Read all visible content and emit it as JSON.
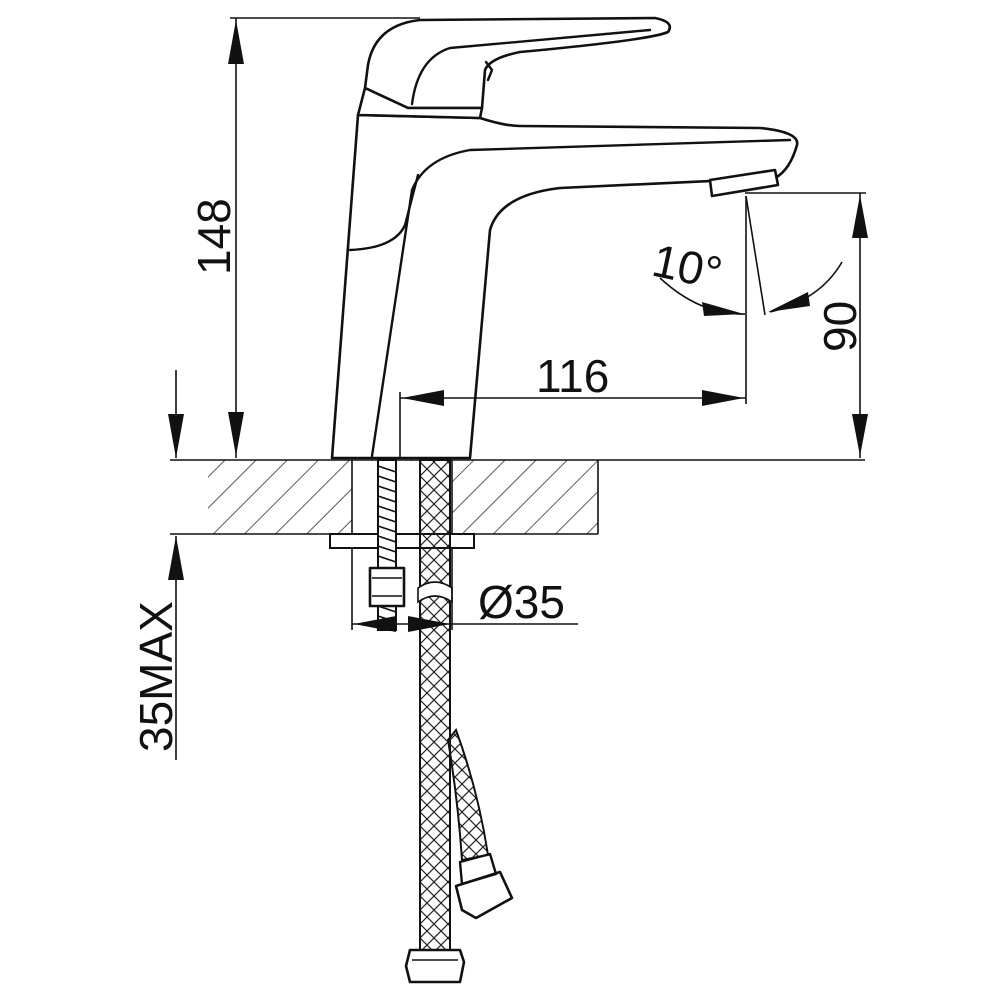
{
  "diagram": {
    "colors": {
      "line": "#111111",
      "background": "#ffffff",
      "hatch": "#333333"
    },
    "dimensions": {
      "height_total": "148",
      "spout_reach": "116",
      "spout_height": "90",
      "spray_angle": "10°",
      "hole_diameter": "Ø35",
      "deck_thickness": "35MAX"
    }
  }
}
